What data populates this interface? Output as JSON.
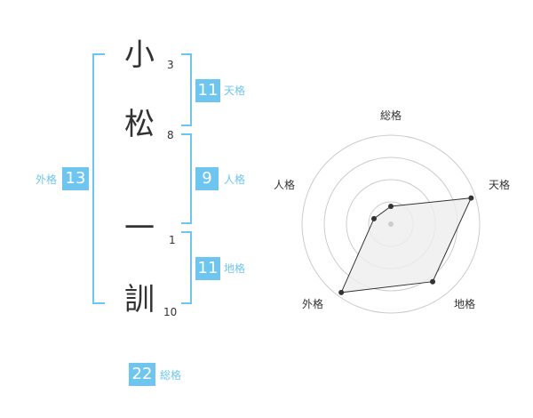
{
  "name": {
    "chars": [
      {
        "char": "小",
        "strokes": "3"
      },
      {
        "char": "松",
        "strokes": "8"
      },
      {
        "char": "一",
        "strokes": "1"
      },
      {
        "char": "訓",
        "strokes": "10"
      }
    ]
  },
  "kaku": {
    "tenkaku": {
      "value": "11",
      "label": "天格"
    },
    "jinkaku": {
      "value": "9",
      "label": "人格"
    },
    "chikaku": {
      "value": "11",
      "label": "地格"
    },
    "gaikaku": {
      "value": "13",
      "label": "外格"
    },
    "soukaku": {
      "value": "22",
      "label": "総格"
    }
  },
  "colors": {
    "accent": "#6ec6f0",
    "text": "#333333",
    "ring": "#cccccc"
  },
  "chart_data": {
    "type": "radar",
    "axes": [
      "総格",
      "天格",
      "地格",
      "外格",
      "人格"
    ],
    "values": [
      0.2,
      0.95,
      0.8,
      0.95,
      0.2
    ],
    "rings": 4
  }
}
